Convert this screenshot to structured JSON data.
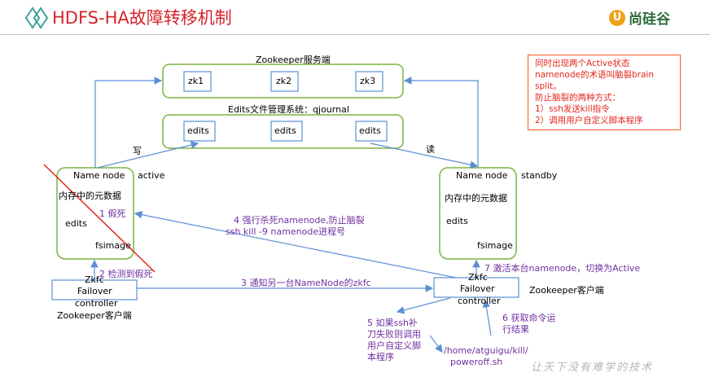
{
  "header": {
    "title": "HDFS-HA故障转移机制",
    "brand": "尚硅谷",
    "brand_mark": "U"
  },
  "zookeeper": {
    "title": "Zookeeper服务端",
    "nodes": [
      "zk1",
      "zk2",
      "zk3"
    ]
  },
  "journal": {
    "title": "Edits文件管理系统：qjournal",
    "nodes": [
      "edits",
      "edits",
      "edits"
    ]
  },
  "active_nn": {
    "name": "Name node",
    "state": "active",
    "meta": "内存中的元数据",
    "edits": "edits",
    "fsimage": "fsimage"
  },
  "standby_nn": {
    "name": "Name node",
    "state": "standby",
    "meta": "内存中的元数据",
    "edits": "edits",
    "fsimage": "fsimage"
  },
  "zkfc_left": {
    "lines": [
      "Zkfc",
      "Failover",
      "controller"
    ],
    "caption": "Zookeeper客户端"
  },
  "zkfc_right": {
    "lines": [
      "Zkfc",
      "Failover",
      "controller"
    ],
    "caption": "Zookeeper客户端"
  },
  "edge_labels": {
    "write": "写",
    "read": "读"
  },
  "steps": {
    "s1": "1 假死",
    "s2": "2 检测到假死",
    "s3": "3 通知另一台NameNode的zkfc",
    "s4_l1": "4 强行杀死namenode,防止脑裂",
    "s4_l2": "ssh kill -9 namenode进程号",
    "s5": [
      "5 如果ssh补",
      "刀失败则调用",
      "用户自定义脚",
      "本程序"
    ],
    "s6": [
      "6 获取命令运",
      "行结果"
    ],
    "s7": "7 激活本台namenode，切换为Active"
  },
  "script_path": [
    "/home/atguigu/kill/",
    "poweroff.sh"
  ],
  "note": {
    "lines": [
      "同时出现两个Active状态",
      "namenode的术语叫脑裂brain",
      "split。",
      "防止脑裂的两种方式：",
      "1）ssh发送kill指令",
      "2）调用用户自定义脚本程序"
    ]
  },
  "footer": {
    "slogan": "让天下没有难学的技术"
  },
  "colors": {
    "green": "#7cb342",
    "blue": "#5b8fd4",
    "red": "#e4261c",
    "purple": "#7030a0"
  }
}
